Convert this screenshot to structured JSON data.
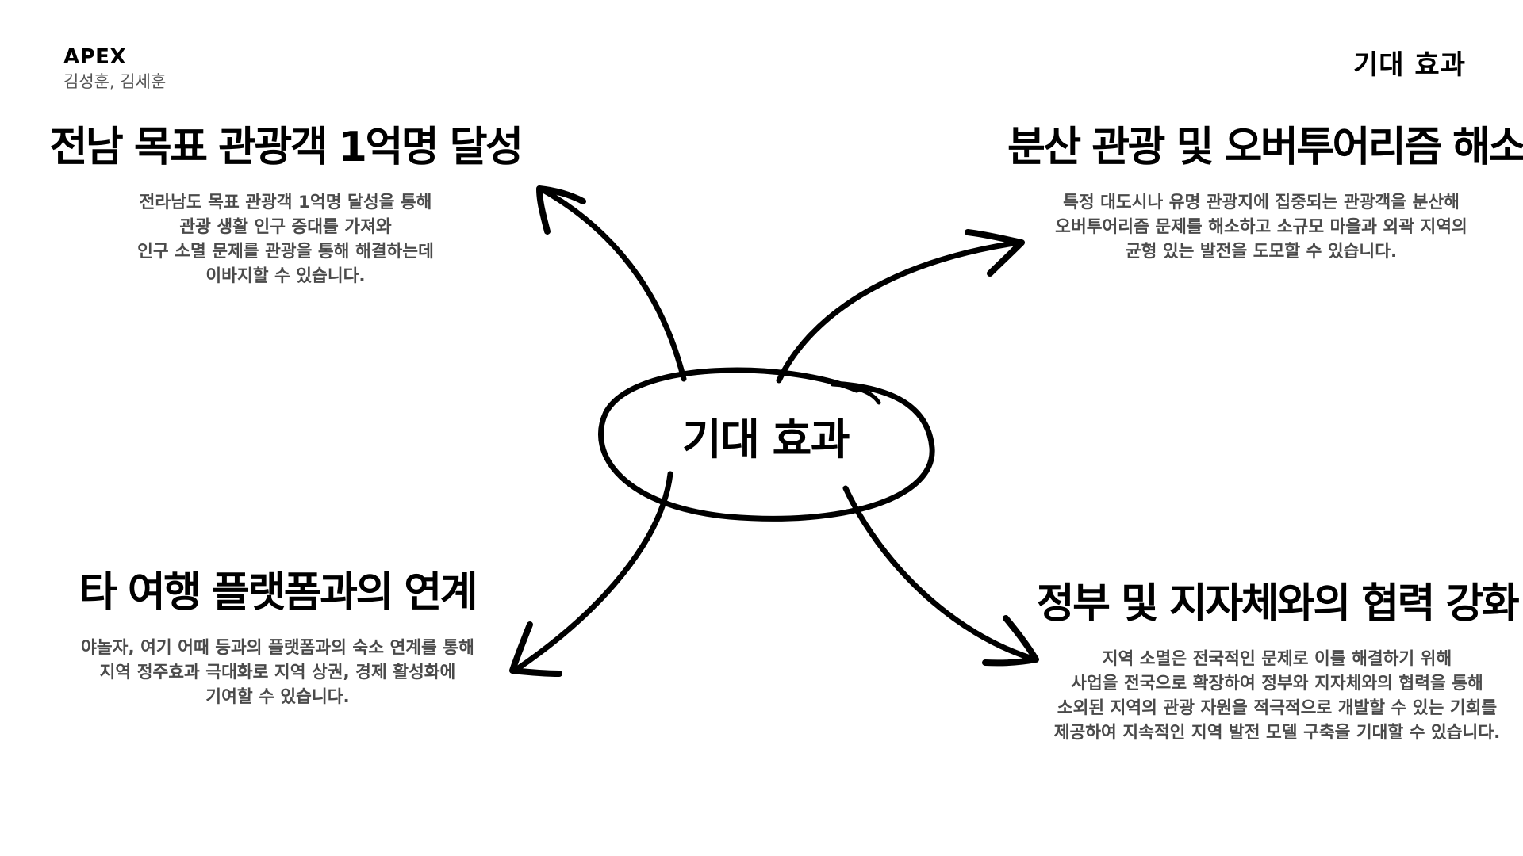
{
  "brand": {
    "name": "APEX",
    "authors": "김성훈, 김세훈"
  },
  "page_label": "기대 효과",
  "center_label": "기대 효과",
  "blocks": {
    "top_left": {
      "title": "전남 목표 관광객 1억명 달성",
      "description": "전라남도 목표 관광객 1억명 달성을 통해\n관광 생활 인구 증대를 가져와\n인구 소멸 문제를 관광을 통해 해결하는데\n이바지할 수 있습니다."
    },
    "top_right": {
      "title": "분산 관광 및 오버투어리즘 해소",
      "description": "특정 대도시나 유명 관광지에 집중되는 관광객을 분산해\n오버투어리즘 문제를 해소하고 소규모 마을과 외곽 지역의\n균형 있는 발전을 도모할 수 있습니다."
    },
    "bottom_left": {
      "title": "타 여행 플랫폼과의 연계",
      "description": "야놀자, 여기 어때 등과의 플랫폼과의 숙소 연계를 통해\n지역 정주효과 극대화로 지역 상권, 경제 활성화에\n기여할 수 있습니다."
    },
    "bottom_right": {
      "title": "정부 및 지자체와의 협력 강화",
      "description": "지역 소멸은 전국적인 문제로 이를 해결하기 위해\n사업을 전국으로 확장하여 정부와 지자체와의 협력을 통해\n소외된 지역의 관광 자원을 적극적으로 개발할 수 있는 기회를\n제공하여 지속적인 지역 발전 모델 구축을 기대할 수 있습니다."
    }
  }
}
